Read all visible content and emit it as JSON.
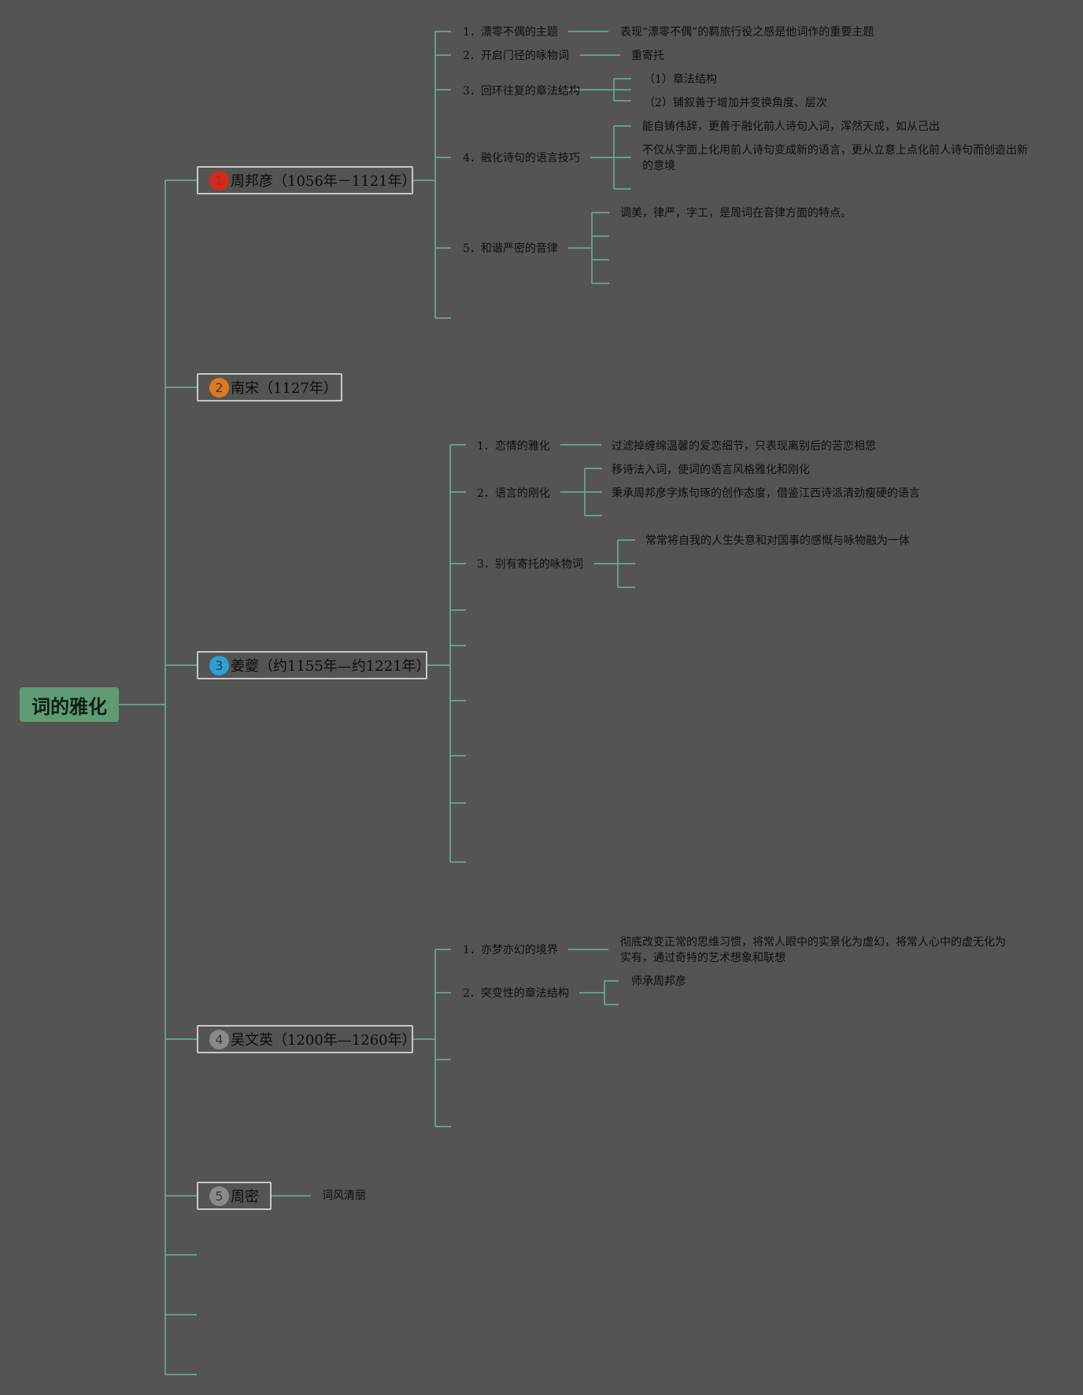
{
  "root": {
    "title": "词的雅化"
  },
  "colors": {
    "background": "#545553",
    "line": "#6bb39b",
    "root_fill": "#5f9c73",
    "badge_1": "#d22a1e",
    "badge_2": "#e07820",
    "badge_3": "#2a9fd8",
    "badge_4": "#8a8a8a",
    "badge_5": "#8a8a8a"
  },
  "branches": [
    {
      "badge": "1",
      "label": "周邦彦（1056年－1121年）",
      "topics": [
        {
          "label": "1．漂零不偶的主题",
          "details": [
            "表现“漂零不偶”的羁旅行役之感是他词作的重要主题"
          ]
        },
        {
          "label": "2．开启门径的咏物词",
          "details": [
            "重寄托"
          ]
        },
        {
          "label": "3．回环往复的章法结构",
          "details": [
            "（1）章法结构",
            "（2）铺叙善于增加并变换角度、层次"
          ]
        },
        {
          "label": "4．融化诗句的语言技巧",
          "details": [
            "能自铸伟辞，更善于融化前人诗句入词，浑然天成，如从己出",
            "不仅从字面上化用前人诗句变成新的语言，更从立意上点化前人诗句而创造出新的意境"
          ]
        },
        {
          "label": "5．和谐严密的音律",
          "details": [
            "调美，律严，字工，是周词在音律方面的特点。"
          ]
        }
      ]
    },
    {
      "badge": "2",
      "label": "南宋（1127年）"
    },
    {
      "badge": "3",
      "label": "姜夔（约1155年—约1221年）",
      "topics": [
        {
          "label": "1．恋情的雅化",
          "details": [
            "过滤掉缠绵温馨的爱恋细节，只表现离别后的苦恋相思"
          ]
        },
        {
          "label": "2．语言的刚化",
          "details": [
            "移诗法入词，使词的语言风格雅化和刚化",
            "秉承周邦彦字炼句琢的创作态度，借鉴江西诗派清劲瘦硬的语言"
          ]
        },
        {
          "label": "3．别有寄托的咏物词",
          "details": [
            "常常将自我的人生失意和对国事的感慨与咏物融为一体"
          ]
        }
      ]
    },
    {
      "badge": "4",
      "label": "吴文英（1200年—1260年）",
      "topics": [
        {
          "label": "1．亦梦亦幻的境界",
          "details": [
            "彻底改变正常的思维习惯，将常人眼中的实景化为虚幻，将常人心中的虚无化为实有，通过奇特的艺术想象和联想"
          ]
        },
        {
          "label": "2．突变性的章法结构",
          "details": [
            "师承周邦彦"
          ]
        }
      ]
    },
    {
      "badge": "5",
      "label": "周密",
      "details": [
        "词风清丽"
      ]
    }
  ]
}
